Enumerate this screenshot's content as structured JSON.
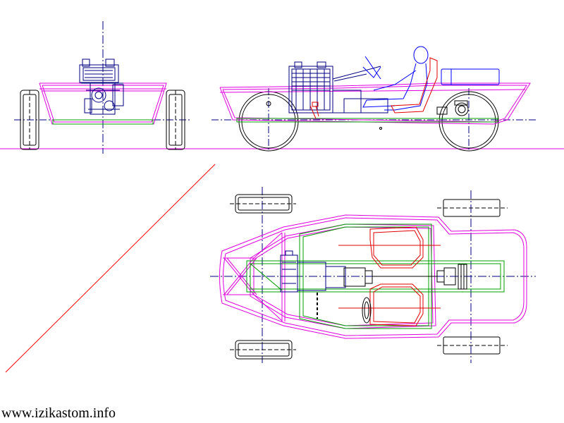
{
  "drawing": {
    "views": [
      "front-view",
      "side-view",
      "top-view"
    ],
    "colors": {
      "frame": "#e000e0",
      "chassis": "#00a000",
      "engine": "#000080",
      "driver": "#0000ff",
      "seat": "#e00000",
      "centerline": "#000080",
      "wheel": "#000000",
      "ground": "#e000e0",
      "projection": "#ff0000"
    }
  },
  "watermark": {
    "text": "www.izikastom.info"
  }
}
